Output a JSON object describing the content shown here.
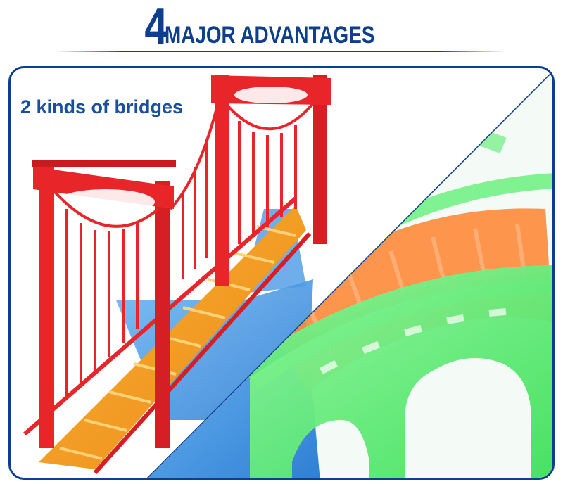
{
  "header": {
    "title_number": "4",
    "title_text": "MAJOR ADVANTAGES"
  },
  "panel": {
    "label": "2 kinds of bridges"
  },
  "colors": {
    "brand_blue": "#0d3f8c",
    "label_blue": "#1a4f9c",
    "suspension_red": "#e8262a",
    "deck_orange": "#f29a1c",
    "track_blue": "#3a8fe0",
    "arch_green": "#5ce870",
    "arch_orange": "#ff8a3a"
  }
}
